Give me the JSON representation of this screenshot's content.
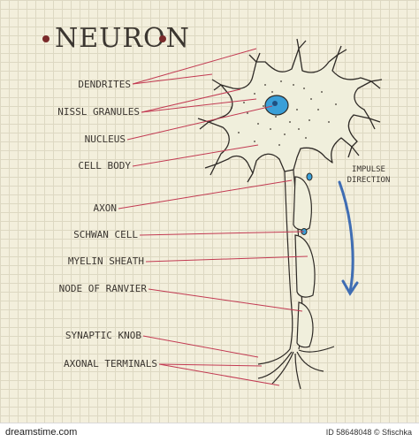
{
  "title": "NEURON",
  "labels": {
    "dendrites": "DENDRITES",
    "nissl": "NISSL GRANULES",
    "nucleus": "NUCLEUS",
    "cell_body": "CELL BODY",
    "axon": "AXON",
    "schwan": "SCHWAN CELL",
    "myelin": "MYELIN SHEATH",
    "node": "NODE OF RANVIER",
    "synaptic": "SYNAPTIC KNOB",
    "terminals": "AXONAL TERMINALS"
  },
  "impulse_line1": "IMPULSE",
  "impulse_line2": "DIRECTION",
  "footer": {
    "logo": "dreamstime.com",
    "id_text": "ID 58648048 © Sfischka"
  },
  "colors": {
    "leader": "#c23a52",
    "arrow": "#3f6db3",
    "nucleus": "#3a9fd8",
    "cell": "#f0efdc",
    "outline": "#2e2a26"
  }
}
